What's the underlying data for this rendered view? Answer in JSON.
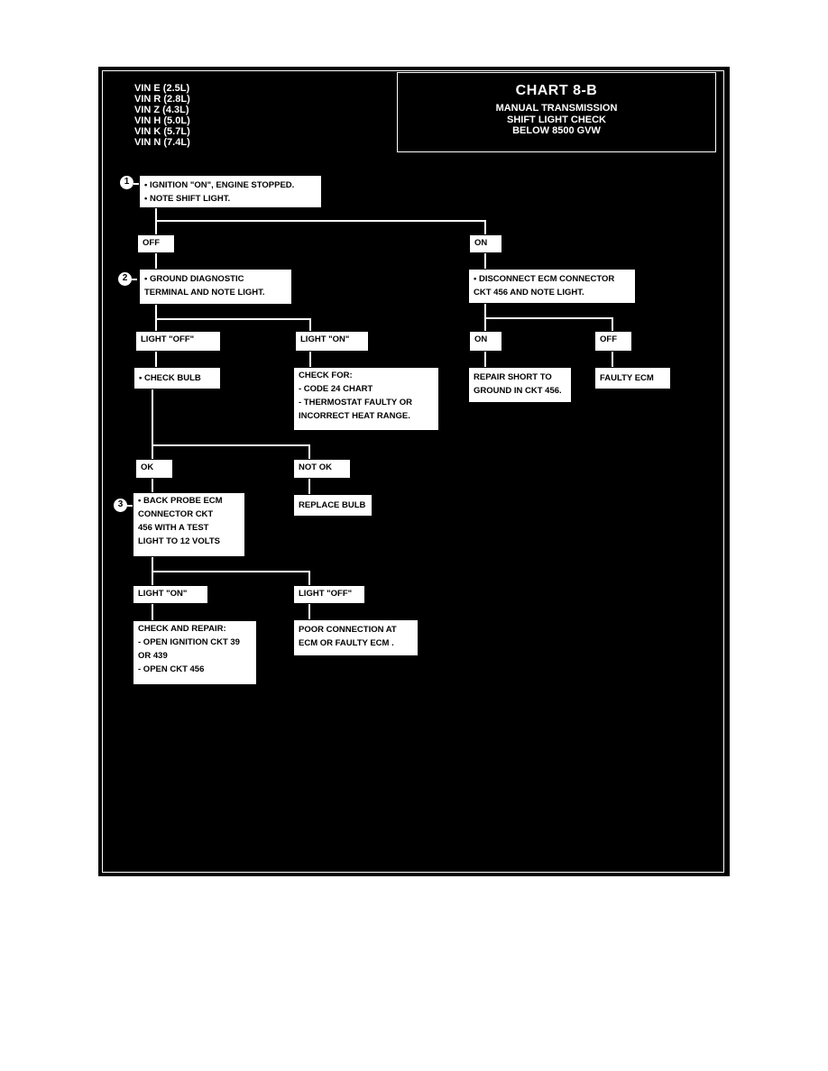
{
  "vin_list": [
    "VIN E (2.5L)",
    "VIN R (2.8L)",
    "VIN Z (4.3L)",
    "VIN H (5.0L)",
    "VIN K (5.7L)",
    "VIN N (7.4L)"
  ],
  "title": {
    "chart": "CHART 8-B",
    "lines": [
      "MANUAL TRANSMISSION",
      "SHIFT LIGHT CHECK",
      "BELOW 8500 GVW"
    ]
  },
  "steps": {
    "s1": "1",
    "s2": "2",
    "s3": "3"
  },
  "boxes": {
    "step1": [
      "•    IGNITION \"ON\", ENGINE STOPPED.",
      "•    NOTE SHIFT LIGHT."
    ],
    "off1": [
      "OFF"
    ],
    "on1": [
      "ON"
    ],
    "step2": [
      "•  GROUND DIAGNOSTIC",
      "    TERMINAL AND NOTE LIGHT."
    ],
    "disconnect": [
      "•  DISCONNECT ECM CONNECTOR",
      "    CKT 456 AND NOTE LIGHT."
    ],
    "light_off_a": [
      "LIGHT \"OFF\""
    ],
    "light_on_a": [
      "LIGHT \"ON\""
    ],
    "on2": [
      "ON"
    ],
    "off2": [
      "OFF"
    ],
    "check_bulb": [
      "•  CHECK BULB"
    ],
    "check_for": [
      "CHECK FOR:",
      "- CODE 24 CHART",
      "- THERMOSTAT FAULTY OR",
      "   INCORRECT HEAT RANGE."
    ],
    "repair_short": [
      "REPAIR SHORT TO",
      "GROUND IN CKT 456."
    ],
    "faulty_ecm": [
      "FAULTY ECM"
    ],
    "ok": [
      "OK"
    ],
    "not_ok": [
      "NOT OK"
    ],
    "step3": [
      "•   BACK PROBE ECM",
      "     CONNECTOR CKT",
      "     456 WITH A TEST",
      "     LIGHT TO 12 VOLTS"
    ],
    "replace_bulb": [
      "REPLACE BULB"
    ],
    "light_on_b": [
      "LIGHT \"ON\""
    ],
    "light_off_b": [
      "LIGHT \"OFF\""
    ],
    "check_repair": [
      "CHECK AND REPAIR:",
      "- OPEN IGNITION CKT 39",
      "   OR 439",
      "- OPEN CKT 456"
    ],
    "poor_conn": [
      "POOR CONNECTION AT",
      "ECM OR FAULTY ECM ."
    ]
  },
  "colors": {
    "background": "#000000",
    "box": "#ffffff",
    "line": "#ffffff",
    "page": "#ffffff"
  }
}
